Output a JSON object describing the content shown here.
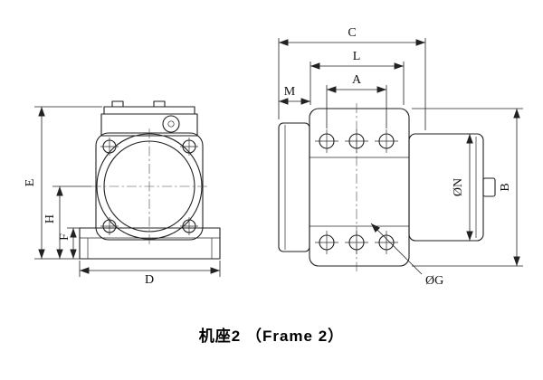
{
  "caption": "机座2 （Frame 2）",
  "labels": {
    "E": "E",
    "H": "H",
    "F": "F",
    "D": "D",
    "C": "C",
    "L": "L",
    "A": "A",
    "M": "M",
    "N": "ØN",
    "B": "B",
    "G": "ØG"
  },
  "colors": {
    "background": "#ffffff",
    "line": "#1f1f1f"
  }
}
